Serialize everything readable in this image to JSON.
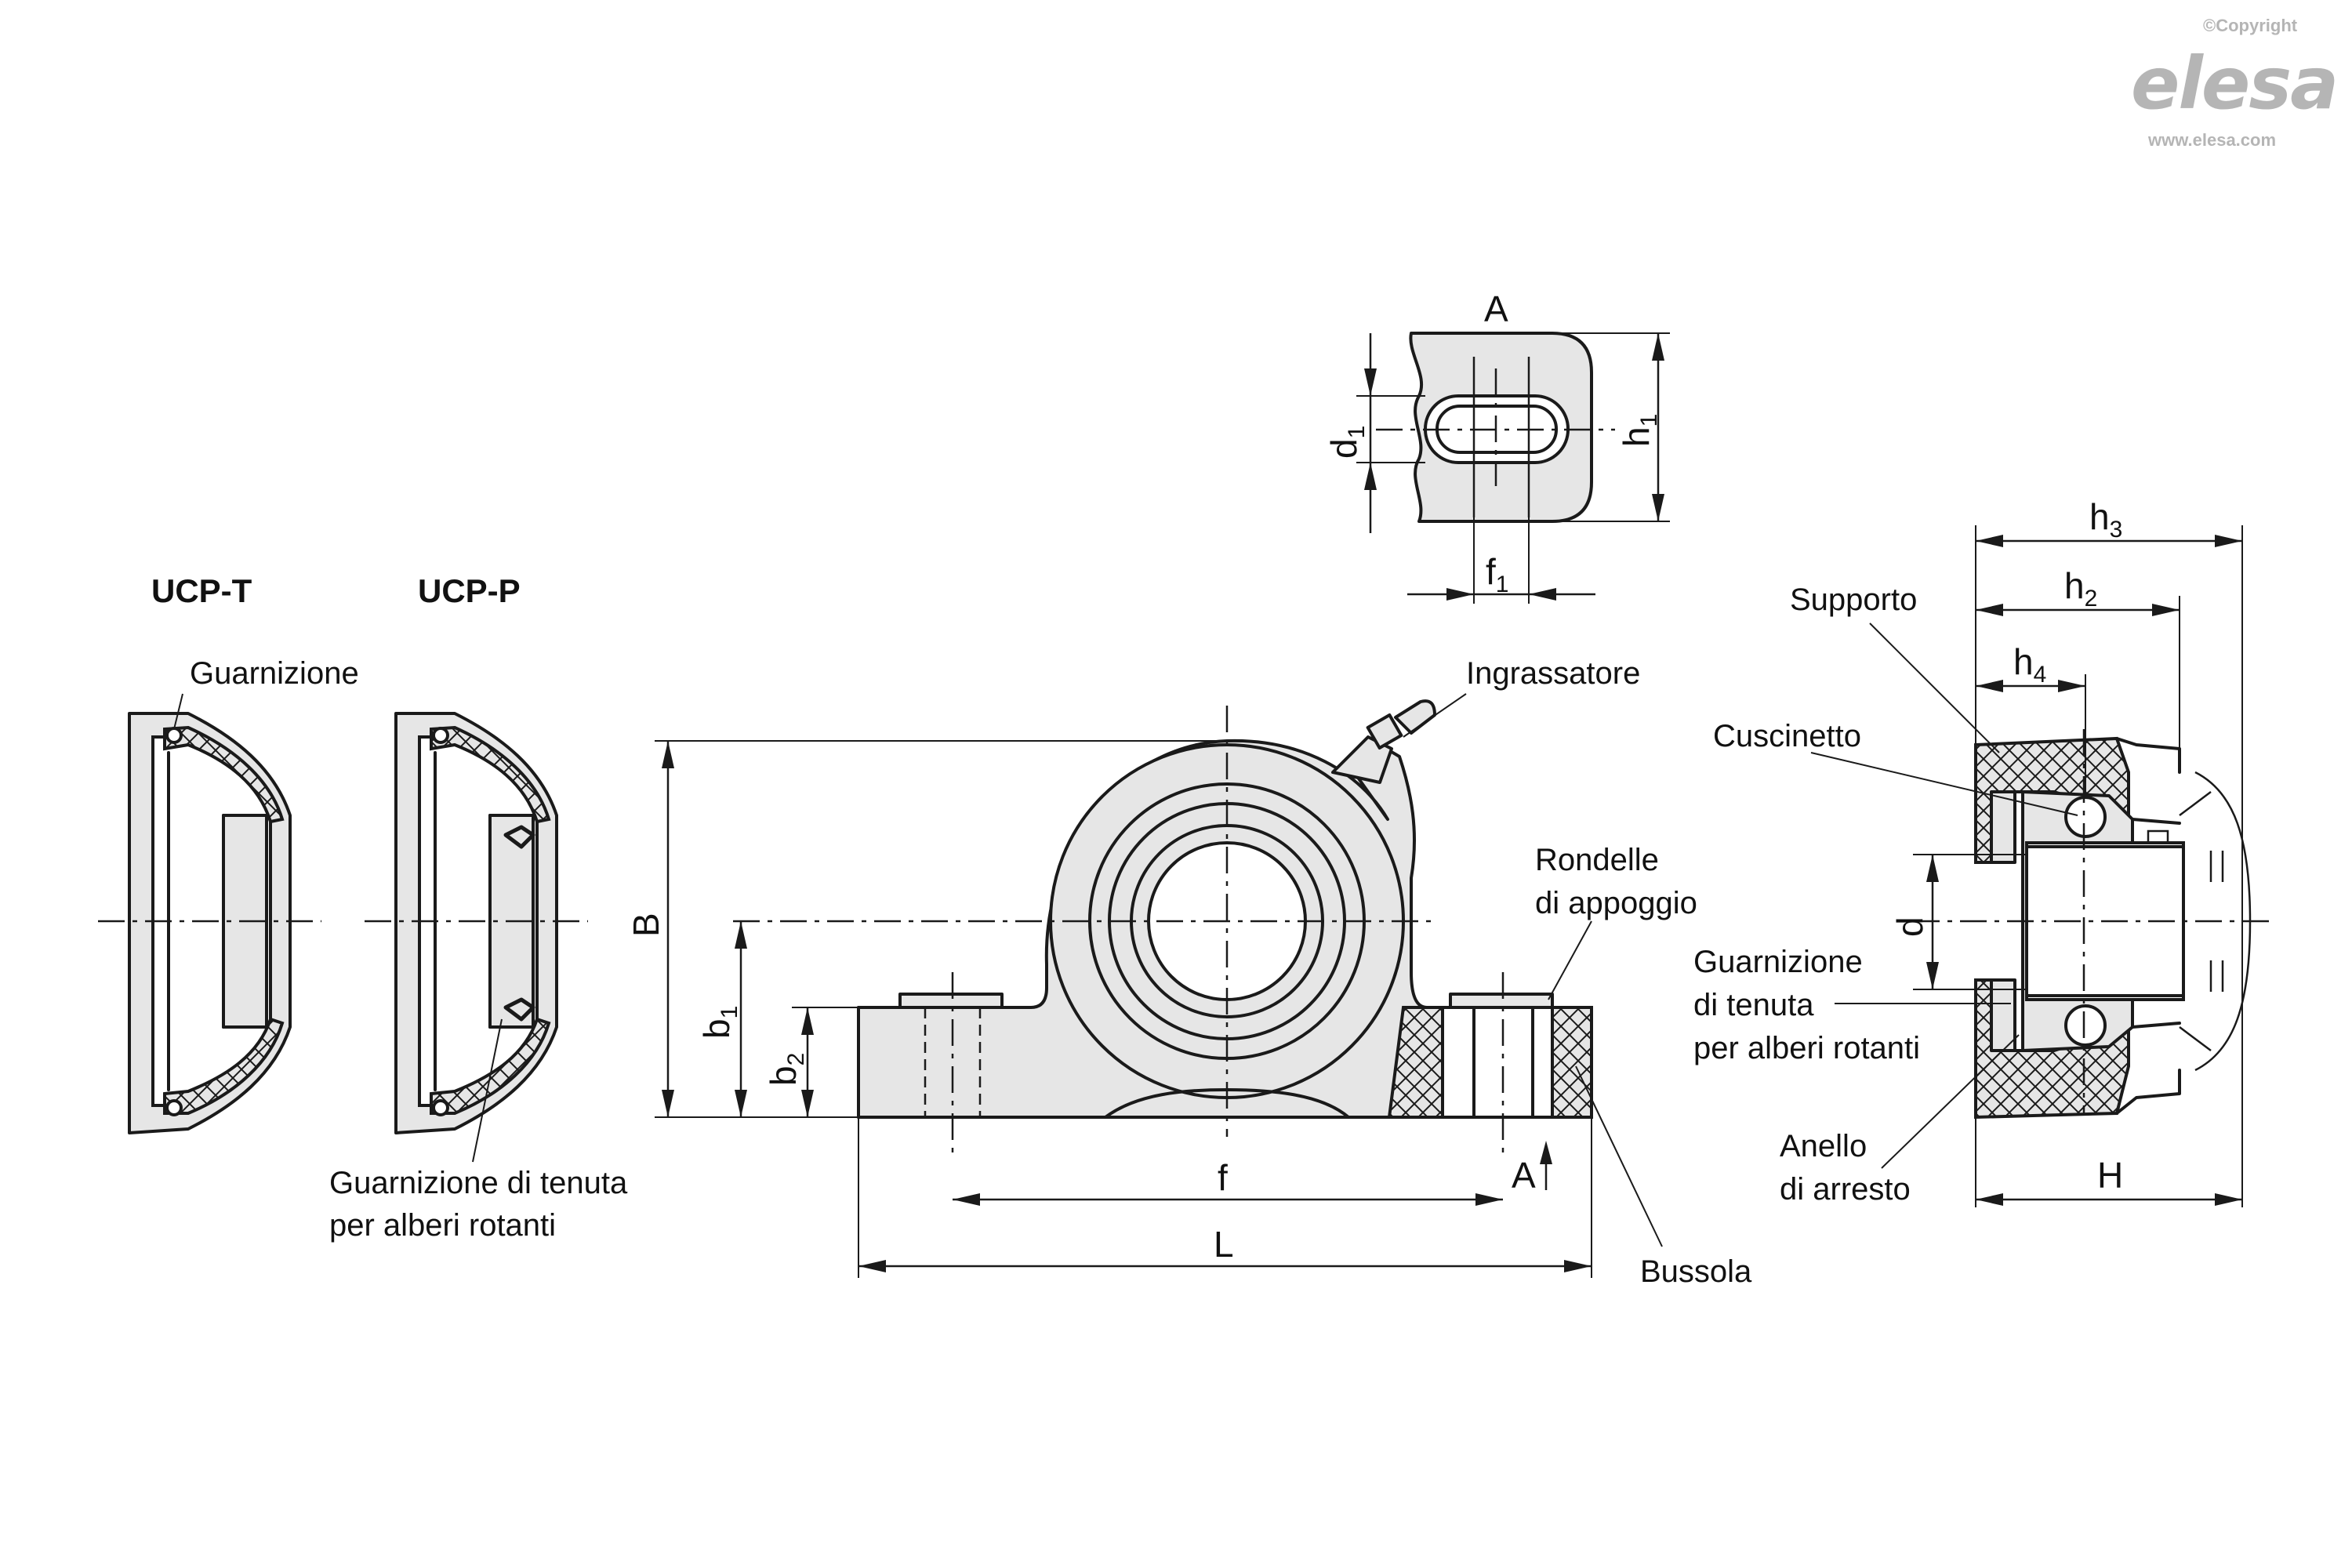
{
  "branding": {
    "copyright": "©Copyright",
    "logo": "elesa",
    "website": "www.elesa.com"
  },
  "variants": {
    "ucp_t": "UCP-T",
    "ucp_p": "UCP-P"
  },
  "callouts": {
    "guarnizione": "Guarnizione",
    "guarnizione_tenuta_line1": "Guarnizione di tenuta",
    "guarnizione_tenuta_line2": "per alberi rotanti",
    "ingrassatore": "Ingrassatore",
    "rondelle_line1": "Rondelle",
    "rondelle_line2": "di appoggio",
    "bussola": "Bussola",
    "supporto": "Supporto",
    "cuscinetto": "Cuscinetto",
    "guarnizione_side_line1": "Guarnizione",
    "guarnizione_side_line2": "di tenuta",
    "guarnizione_side_line3": "per alberi rotanti",
    "anello_line1": "Anello",
    "anello_line2": "di arresto"
  },
  "dimensions": {
    "A_detail": "A",
    "d1_main": "d",
    "d1_sub": "1",
    "h1_main": "h",
    "h1_sub": "1",
    "f1_main": "f",
    "f1_sub": "1",
    "B": "B",
    "b1_main": "b",
    "b1_sub": "1",
    "b2_main": "b",
    "b2_sub": "2",
    "f": "f",
    "L": "L",
    "A_view": "A",
    "h3_main": "h",
    "h3_sub": "3",
    "h2_main": "h",
    "h2_sub": "2",
    "h4_main": "h",
    "h4_sub": "4",
    "d": "d",
    "H": "H"
  }
}
